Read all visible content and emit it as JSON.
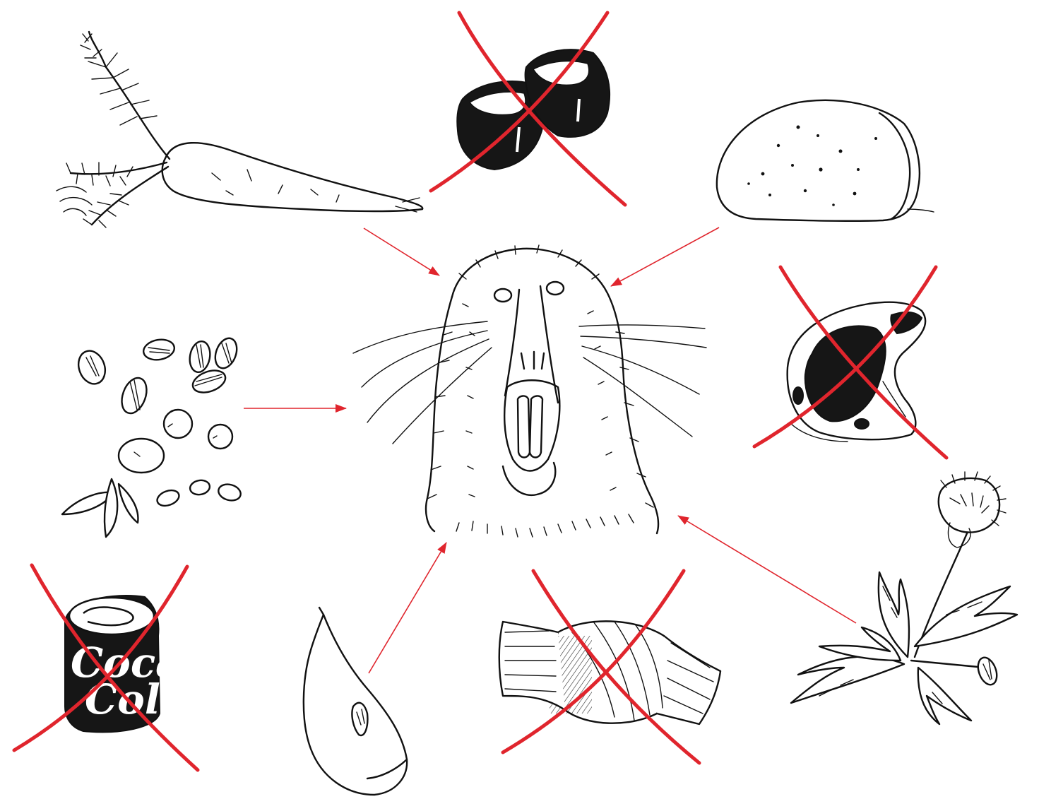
{
  "colors": {
    "arrow": "#e0252d",
    "cross": "#e0252d",
    "ink": "#111111",
    "background": "#ffffff"
  },
  "center": {
    "name": "rodent-face",
    "icon": "nutria-face-drawing"
  },
  "foods": [
    {
      "name": "carrot",
      "icon": "carrot-drawing",
      "allowed": true
    },
    {
      "name": "chocolate",
      "icon": "chocolate-drawing",
      "allowed": false
    },
    {
      "name": "bread",
      "icon": "bread-loaf-drawing",
      "allowed": true
    },
    {
      "name": "meat",
      "icon": "meat-steak-drawing",
      "allowed": false
    },
    {
      "name": "seeds",
      "icon": "seeds-grains-drawing",
      "allowed": true
    },
    {
      "name": "cola-can",
      "icon": "cola-can-drawing",
      "allowed": false,
      "label_lines": [
        "Coca",
        "Cola"
      ]
    },
    {
      "name": "pear",
      "icon": "pear-slice-drawing",
      "allowed": true
    },
    {
      "name": "candy",
      "icon": "wrapped-candy-drawing",
      "allowed": false
    },
    {
      "name": "dandelion",
      "icon": "dandelion-drawing",
      "allowed": true
    }
  ]
}
